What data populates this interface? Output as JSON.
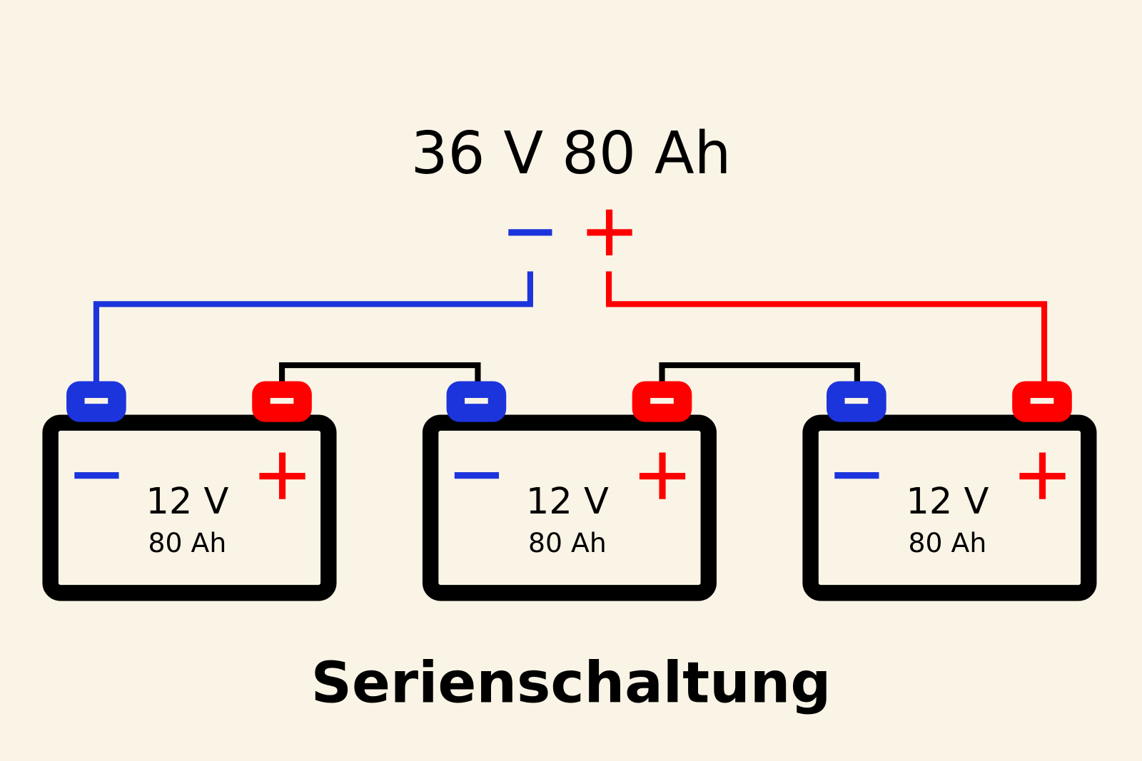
{
  "title": "36 V 80 Ah",
  "caption": "Serienschaltung",
  "colors": {
    "background": "#faf4e6",
    "negative": "#1c34dc",
    "positive": "#ff0000",
    "wire_link": "#000000"
  },
  "batteries": [
    {
      "voltage": "12 V",
      "capacity": "80 Ah"
    },
    {
      "voltage": "12 V",
      "capacity": "80 Ah"
    },
    {
      "voltage": "12 V",
      "capacity": "80 Ah"
    }
  ]
}
